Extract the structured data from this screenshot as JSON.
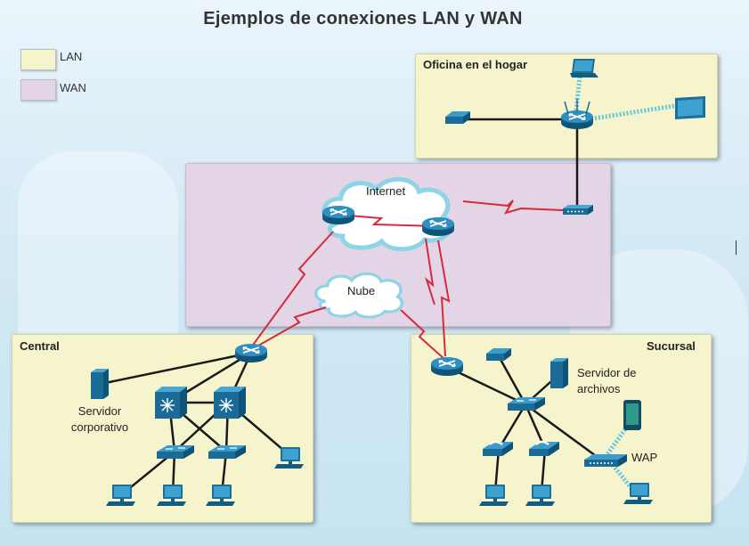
{
  "title": "Ejemplos de conexiones LAN y WAN",
  "legend": [
    {
      "label": "LAN",
      "color": "#f6f4cd"
    },
    {
      "label": "WAN",
      "color": "#e3d5e6"
    }
  ],
  "areas": {
    "home": {
      "title": "Oficina en el hogar"
    },
    "central": {
      "title": "Central",
      "server_label": "Servidor corporativo"
    },
    "branch": {
      "title": "Sucursal",
      "server_label": "Servidor de archivos",
      "wap_label": "WAP"
    }
  },
  "clouds": {
    "internet": "Internet",
    "cloud": "Nube"
  },
  "colors": {
    "device": "#1d78a6",
    "serial_link": "#d8283d",
    "wireless": "#67c6dc",
    "cable": "#1a1a1a"
  }
}
